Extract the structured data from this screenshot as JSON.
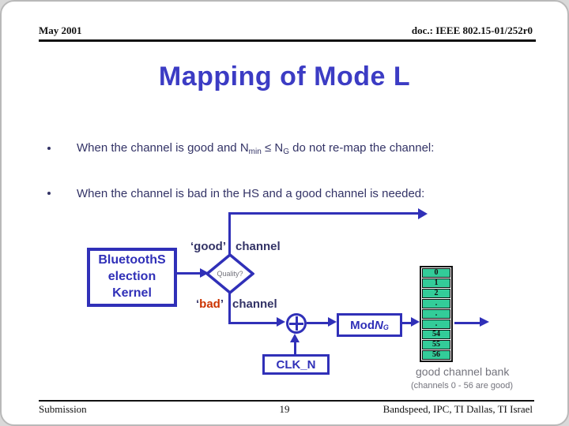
{
  "header": {
    "date": "May 2001",
    "doc": "doc.: IEEE 802.15-01/252r0"
  },
  "title": "Mapping of Mode L",
  "bullets": {
    "b1": {
      "p1": "When the channel is good and N",
      "s1": "min",
      "p2": " ≤ N",
      "s2": "G",
      "p3": " do not re-map the channel:"
    },
    "b2": "When the channel is bad in the HS and a good channel is needed:"
  },
  "diagram": {
    "kernel": {
      "l1": "BluetoothS",
      "l2": "election",
      "l3": "Kernel"
    },
    "quality": "Quality?",
    "good_label": "‘good’",
    "good_channel": "channel",
    "bad_open": "‘",
    "bad_word": "bad",
    "bad_close": "’",
    "bad_channel": "channel",
    "mod_pre": "Mod ",
    "mod_n": "N",
    "mod_sub": "G",
    "clk": "CLK_N",
    "bank_cells": [
      "0",
      "1",
      "2",
      ".",
      ".",
      ".",
      "54",
      "55",
      "56"
    ],
    "bank_caption": "good channel bank",
    "bank_note": "(channels 0 - 56 are good)"
  },
  "footer": {
    "left": "Submission",
    "page": "19",
    "right": "Bandspeed, IPC, TI Dallas, TI Israel"
  },
  "colors": {
    "accent_blue": "#3030B8",
    "title_blue": "#3C3CC4",
    "text_navy": "#333366",
    "bad_red": "#CC3300",
    "bank_green": "#33CC99",
    "muted_gray": "#73737c"
  }
}
